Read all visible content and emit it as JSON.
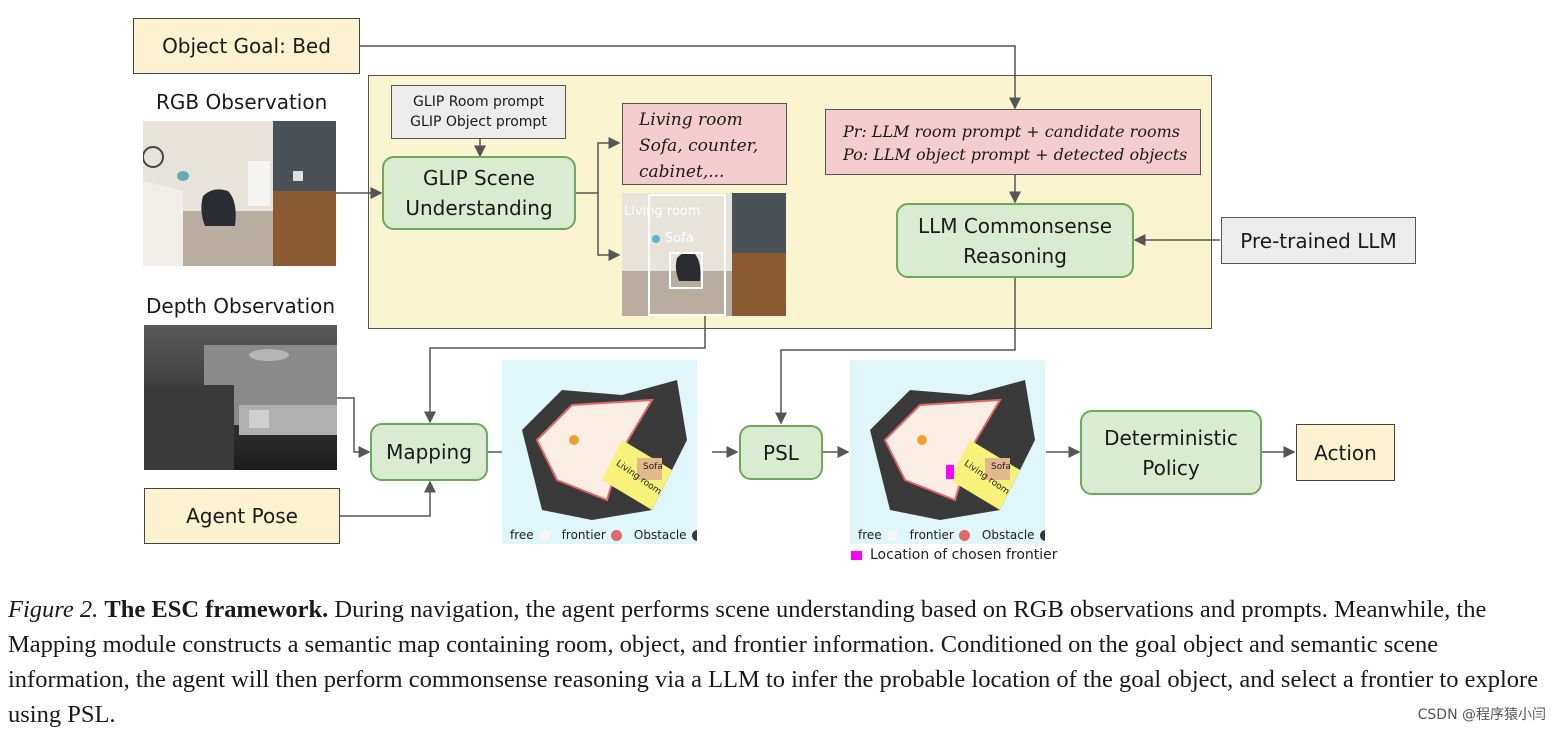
{
  "object_goal": "Object Goal: Bed",
  "rgb_label": "RGB Observation",
  "depth_label": "Depth Observation",
  "agent_pose": "Agent Pose",
  "glip_prompt_room": "GLIP Room prompt",
  "glip_prompt_object": "GLIP Object prompt",
  "glip_scene_line1": "GLIP Scene",
  "glip_scene_line2": "Understanding",
  "detect_line1": "Living room",
  "detect_line2": "Sofa, counter,",
  "detect_line3": "cabinet,...",
  "bbox_room": "Living room",
  "bbox_sofa": "Sofa",
  "llm_prompt_r_sym": "Pr",
  "llm_prompt_r": ": LLM room prompt + candidate rooms",
  "llm_prompt_o_sym": "Po",
  "llm_prompt_o": ": LLM object prompt + detected objects",
  "llm_reason_line1": "LLM Commonsense",
  "llm_reason_line2": "Reasoning",
  "pretrained_llm": "Pre-trained LLM",
  "mapping": "Mapping",
  "psl": "PSL",
  "policy_line1": "Deterministic",
  "policy_line2": "Policy",
  "action": "Action",
  "map_sofa": "Sofa",
  "map_living_room": "Living room",
  "legend_free": "free",
  "legend_frontier": "frontier",
  "legend_obstacle": "Obstacle",
  "chosen_frontier": "Location of chosen frontier",
  "caption_fig": "Figure 2.",
  "caption_bold": "The ESC framework.",
  "caption_text": "During navigation, the agent performs scene understanding based on RGB observations and prompts. Meanwhile, the Mapping module constructs a semantic map containing room, object, and frontier information. Conditioned on the goal object and semantic scene information, the agent will then perform commonsense reasoning via a LLM to infer the probable location of the goal object, and select a frontier to explore using PSL.",
  "watermark": "CSDN @程序猿小闫",
  "colors": {
    "yellow_fill": "#fdf2cf",
    "green_fill": "#d9ecd2",
    "green_border": "#6aaa5a",
    "pink_fill": "#f5cdcf",
    "map_bg": "#dff6fb",
    "frontier": "#e06a6a",
    "obstacle": "#3a3a3a",
    "chosen": "#ff00ff"
  }
}
